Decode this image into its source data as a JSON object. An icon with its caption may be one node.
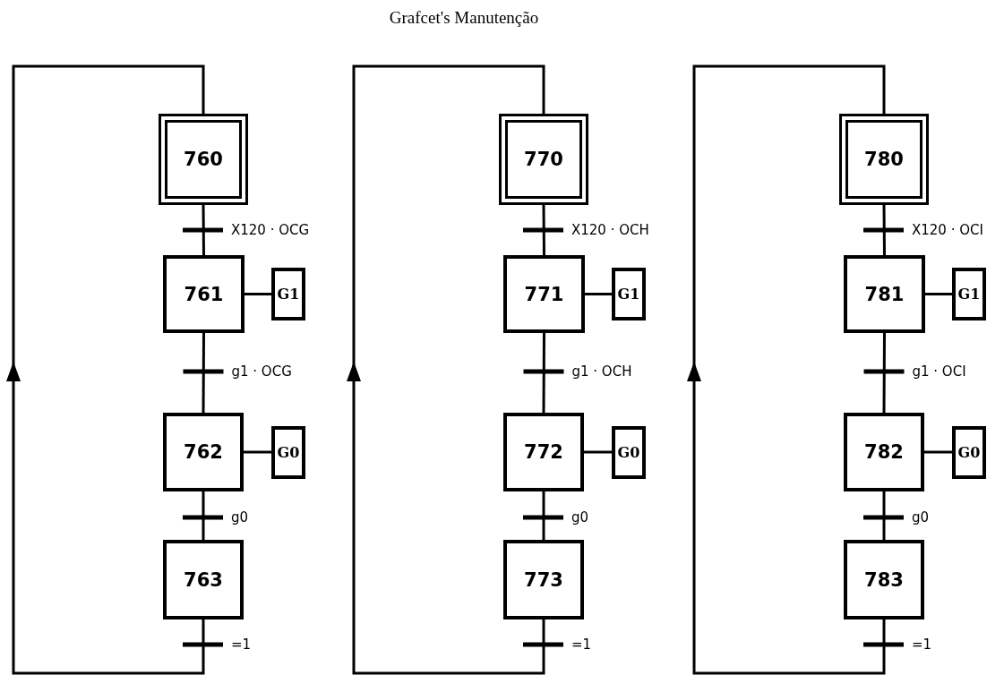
{
  "diagram": {
    "title": "Grafcet's Manutenção",
    "nodes": [
      {
        "text": [
          "760"
        ]
      },
      {
        "text": [
          "761"
        ]
      },
      {
        "text": [
          "G1"
        ]
      },
      {
        "text": [
          "762"
        ]
      },
      {
        "text": [
          "G0"
        ]
      },
      {
        "text": [
          "763"
        ]
      },
      {
        "text": [
          "770"
        ]
      },
      {
        "text": [
          "771"
        ]
      },
      {
        "text": [
          "G1"
        ]
      },
      {
        "text": [
          "772"
        ]
      },
      {
        "text": [
          "G0"
        ]
      },
      {
        "text": [
          "773"
        ]
      },
      {
        "text": [
          "780"
        ]
      },
      {
        "text": [
          "781"
        ]
      },
      {
        "text": [
          "G1"
        ]
      },
      {
        "text": [
          "782"
        ]
      },
      {
        "text": [
          "G0"
        ]
      },
      {
        "text": [
          "783"
        ]
      }
    ],
    "edges": [
      {
        "from": 0,
        "to": 1,
        "arrow": "none",
        "label": "X120 · OCG"
      },
      {
        "from": 1,
        "to": 3,
        "arrow": "none",
        "label": "g1 · OCG"
      },
      {
        "from": 3,
        "to": 5,
        "arrow": "none",
        "label": "g0"
      },
      {
        "from": 5,
        "to": 0,
        "arrow": "to",
        "label": "=1"
      },
      {
        "from": 1,
        "to": 2,
        "arrow": "none"
      },
      {
        "from": 3,
        "to": 4,
        "arrow": "none"
      },
      {
        "from": 6,
        "to": 7,
        "arrow": "none",
        "label": "X120 · OCH"
      },
      {
        "from": 7,
        "to": 9,
        "arrow": "none",
        "label": "g1 · OCH"
      },
      {
        "from": 9,
        "to": 11,
        "arrow": "none",
        "label": "g0"
      },
      {
        "from": 11,
        "to": 6,
        "arrow": "to",
        "label": "=1"
      },
      {
        "from": 7,
        "to": 8,
        "arrow": "none"
      },
      {
        "from": 9,
        "to": 10,
        "arrow": "none"
      },
      {
        "from": 12,
        "to": 13,
        "arrow": "none",
        "label": "X120 · OCI"
      },
      {
        "from": 13,
        "to": 15,
        "arrow": "none",
        "label": "g1 · OCI"
      },
      {
        "from": 15,
        "to": 17,
        "arrow": "none",
        "label": "g0"
      },
      {
        "from": 17,
        "to": 12,
        "arrow": "to",
        "label": "=1"
      },
      {
        "from": 13,
        "to": 14,
        "arrow": "none"
      },
      {
        "from": 15,
        "to": 16,
        "arrow": "none"
      }
    ]
  }
}
